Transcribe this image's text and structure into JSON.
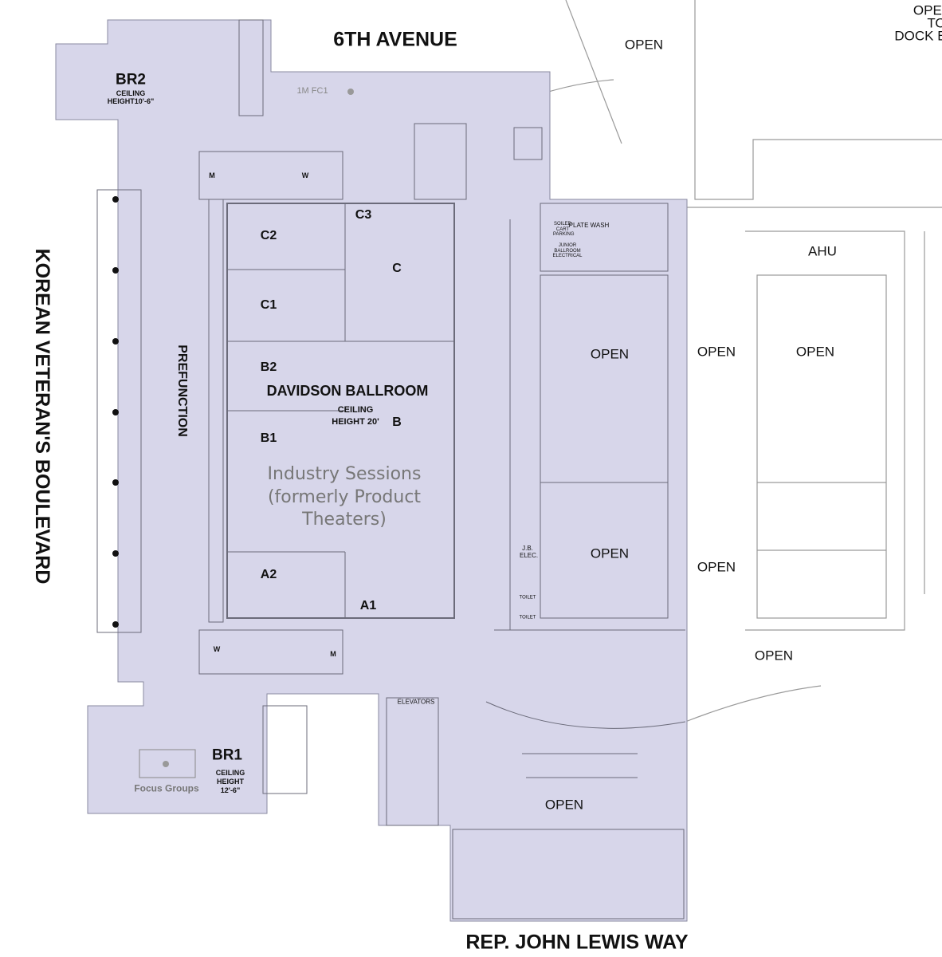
{
  "streets": {
    "north": "6TH AVENUE",
    "south": "REP. JOHN LEWIS WAY",
    "west": "KOREAN VETERAN'S BOULEVARD"
  },
  "rooms": {
    "ballroom": {
      "name": "DAVIDSON BALLROOM",
      "ceiling": "CEILING",
      "height": "HEIGHT 20'",
      "use": [
        "Industry Sessions",
        "(formerly Product",
        "Theaters)"
      ]
    },
    "sections": [
      "C3",
      "C2",
      "C",
      "C1",
      "B2",
      "B",
      "B1",
      "A2",
      "A1"
    ],
    "prefunction": "PREFUNCTION",
    "br2": {
      "name": "BR2",
      "ceiling": "CEILING",
      "height": "HEIGHT10'-6\""
    },
    "br1": {
      "name": "BR1",
      "ceiling": "CEILING",
      "height": "HEIGHT",
      "height_value": "12'-6\""
    },
    "focus_groups": "Focus Groups",
    "fc": "1M FC1",
    "restrooms": {
      "m": "M",
      "w": "W"
    },
    "plate_wash": "PLATE WASH",
    "soiled_cart": "SOILED CART PARKING",
    "jr_electrical": "JUNIOR BALLROOM ELECTRICAL",
    "jb_elec": "J.B. ELEC.",
    "toilet": "TOILET",
    "elevators": "ELEVATORS",
    "ahu": "AHU",
    "open": "OPEN",
    "dock": [
      "OPEN",
      "TO",
      "DOCK B"
    ]
  },
  "colors": {
    "shade": "#d7d6ea",
    "line": "#6b6b7a"
  }
}
